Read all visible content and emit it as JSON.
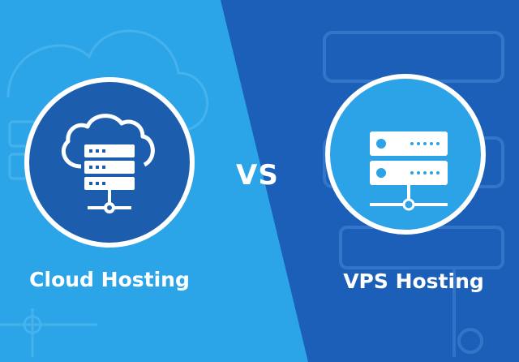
{
  "left": {
    "title": "Cloud Hosting",
    "icon": "cloud-server-icon"
  },
  "right": {
    "title": "VPS Hosting",
    "icon": "server-network-icon"
  },
  "separator": "VS",
  "colors": {
    "left_bg": "#2CA5E8",
    "right_bg": "#1B5FB8",
    "circle_left": "#1C5DAE",
    "circle_right": "#2BA3E6",
    "ring": "#ffffff"
  }
}
